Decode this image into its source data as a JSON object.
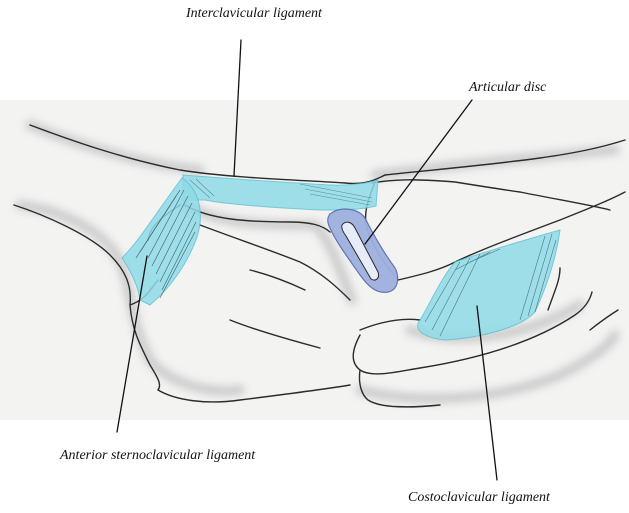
{
  "labels": {
    "interclavicular": "Interclavicular ligament",
    "articular_disc": "Articular disc",
    "anterior_sternoclavicular": "Anterior sternoclavicular ligament",
    "costoclavicular": "Costoclavicular ligament"
  },
  "colors": {
    "background": "#ffffff",
    "paper_shade": "#f3f3f2",
    "bone_outline": "#2b2b2b",
    "bone_shadow": "#c9c9c9",
    "ligament_fill": "#8fdbe8",
    "ligament_stroke": "#5cc2d2",
    "disc_fill": "#9fb0e0",
    "disc_stroke": "#5b6fb0",
    "fiber": "#2f5560",
    "leader_line": "#111111"
  }
}
